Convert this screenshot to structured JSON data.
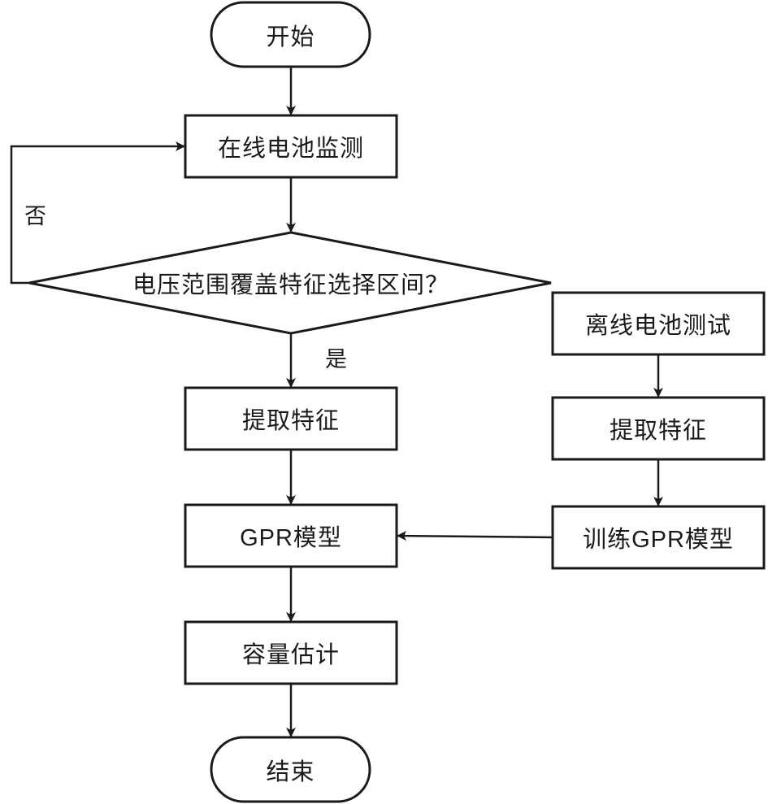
{
  "diagram": {
    "type": "flowchart",
    "nodes": {
      "start": {
        "shape": "terminal",
        "label": "开始"
      },
      "online_monitor": {
        "shape": "process",
        "label": "在线电池监测"
      },
      "decision": {
        "shape": "decision",
        "label": "电压范围覆盖特征选择区间？"
      },
      "extract_online": {
        "shape": "process",
        "label": "提取特征"
      },
      "gpr_model": {
        "shape": "process",
        "label": "GPR模型"
      },
      "capacity_estimate": {
        "shape": "process",
        "label": "容量估计"
      },
      "end": {
        "shape": "terminal",
        "label": "结束"
      },
      "offline_test": {
        "shape": "process",
        "label": "离线电池测试"
      },
      "extract_offline": {
        "shape": "process",
        "label": "提取特征"
      },
      "train_gpr": {
        "shape": "process",
        "label": "训练GPR模型"
      }
    },
    "edge_labels": {
      "no": "否",
      "yes": "是"
    },
    "edges": [
      {
        "from": "start",
        "to": "online_monitor"
      },
      {
        "from": "online_monitor",
        "to": "decision"
      },
      {
        "from": "decision",
        "to": "online_monitor",
        "label": "否"
      },
      {
        "from": "decision",
        "to": "extract_online",
        "label": "是"
      },
      {
        "from": "extract_online",
        "to": "gpr_model"
      },
      {
        "from": "gpr_model",
        "to": "capacity_estimate"
      },
      {
        "from": "capacity_estimate",
        "to": "end"
      },
      {
        "from": "offline_test",
        "to": "extract_offline"
      },
      {
        "from": "extract_offline",
        "to": "train_gpr"
      },
      {
        "from": "train_gpr",
        "to": "gpr_model"
      }
    ],
    "colors": {
      "stroke": "#1a1a1a",
      "fill": "#ffffff",
      "text": "#1a1a1a"
    }
  }
}
